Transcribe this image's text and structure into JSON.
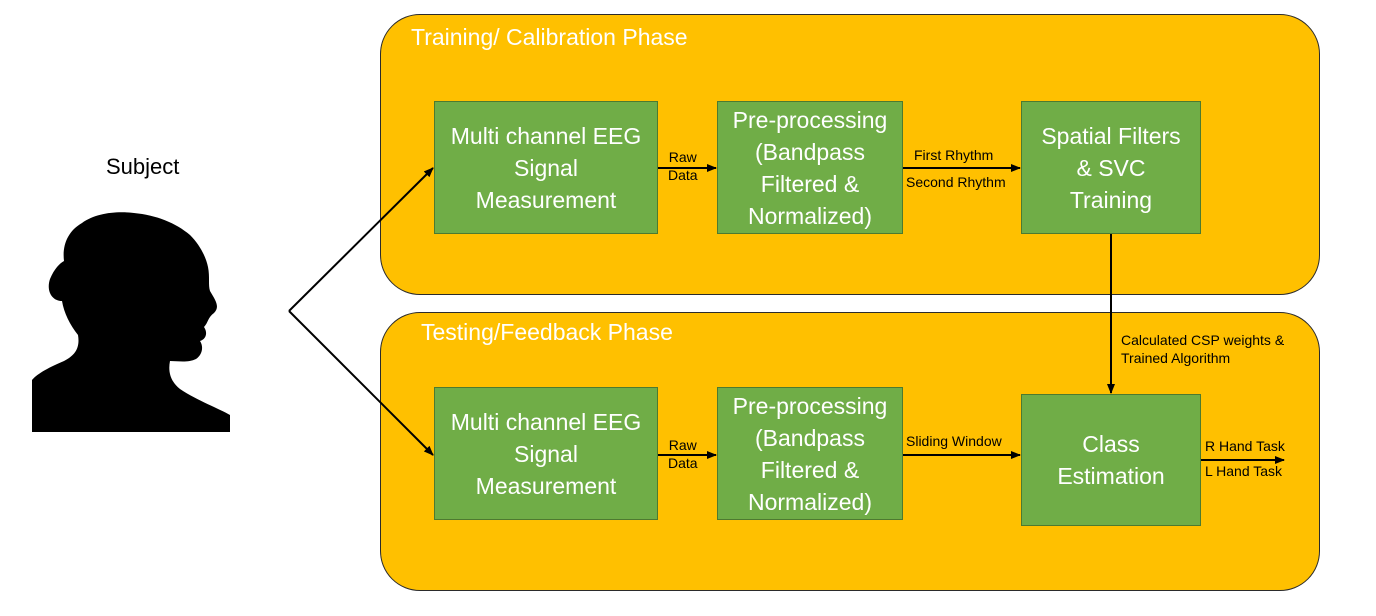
{
  "subject": {
    "label": "Subject"
  },
  "training": {
    "title": "Training/ Calibration Phase",
    "eeg": "Multi channel EEG\nSignal\nMeasurement",
    "raw_data": "Raw\nData",
    "preprocess": "Pre-processing\n(Bandpass\nFiltered &\nNormalized)",
    "first_rhythm": "First Rhythm",
    "second_rhythm": "Second Rhythm",
    "spatial": "Spatial Filters\n& SVC\nTraining"
  },
  "link_label": "Calculated CSP weights &\nTrained Algorithm",
  "testing": {
    "title": "Testing/Feedback Phase",
    "eeg": "Multi channel EEG\nSignal\nMeasurement",
    "raw_data": "Raw\nData",
    "preprocess": "Pre-processing\n(Bandpass\nFiltered &\nNormalized)",
    "sliding_window": "Sliding Window",
    "class_estimation": "Class\nEstimation",
    "r_hand": "R Hand Task",
    "l_hand": "L Hand Task"
  },
  "colors": {
    "phase_fill": "#FFC000",
    "box_fill": "#70AD47",
    "text_on_box": "#FFFFFF"
  }
}
